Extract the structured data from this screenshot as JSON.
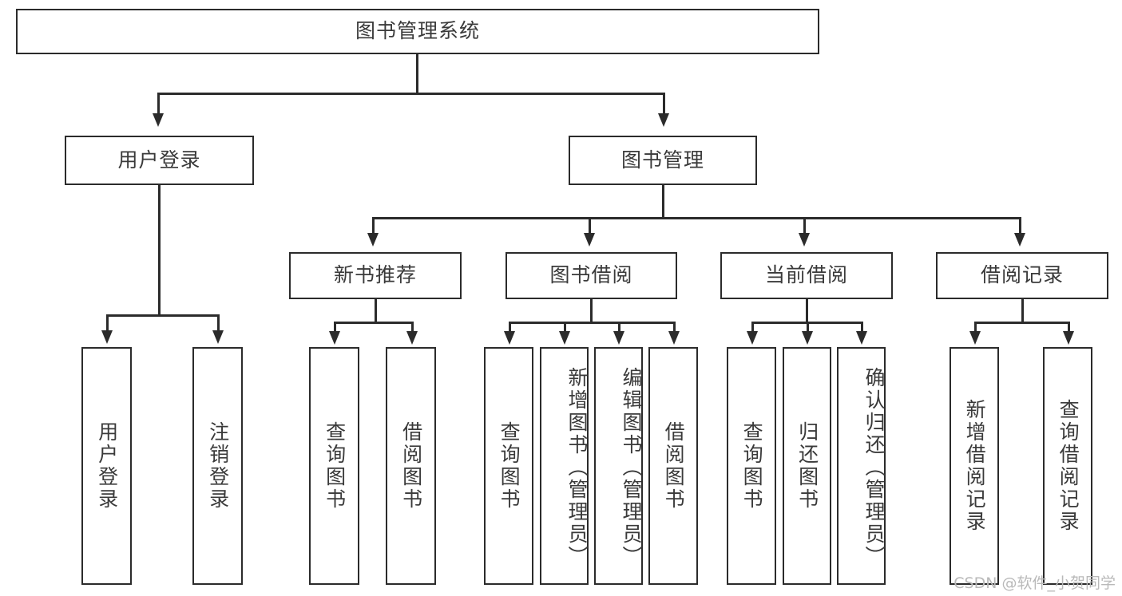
{
  "diagram": {
    "title": "图书管理系统",
    "root": {
      "label": "图书管理系统"
    },
    "level2": [
      {
        "label": "用户登录"
      },
      {
        "label": "图书管理"
      }
    ],
    "level3": [
      {
        "label": "新书推荐"
      },
      {
        "label": "图书借阅"
      },
      {
        "label": "当前借阅"
      },
      {
        "label": "借阅记录"
      }
    ],
    "leaves": [
      {
        "label": "用户登录"
      },
      {
        "label": "注销登录"
      },
      {
        "label": "查询图书"
      },
      {
        "label": "借阅图书"
      },
      {
        "label": "查询图书"
      },
      {
        "label": "新增图书（管理员）"
      },
      {
        "label": "编辑图书（管理员）"
      },
      {
        "label": "借阅图书"
      },
      {
        "label": "查询图书"
      },
      {
        "label": "归还图书"
      },
      {
        "label": "确认归还（管理员）"
      },
      {
        "label": "新增借阅记录"
      },
      {
        "label": "查询借阅记录"
      }
    ]
  },
  "watermark": {
    "text": "CSDN @软件_小贺同学"
  },
  "colors": {
    "stroke": "#2b2b2b",
    "text": "#3a3a3a",
    "background": "#ffffff",
    "watermark": "#b9b9b9"
  }
}
